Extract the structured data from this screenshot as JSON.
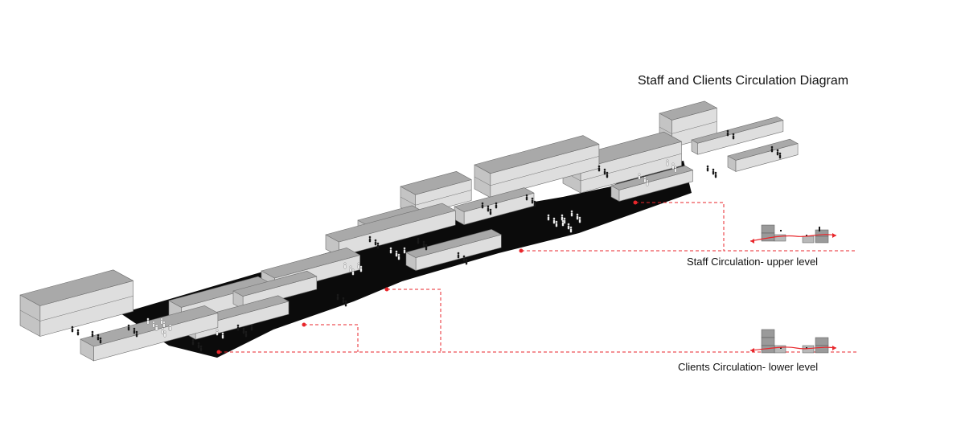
{
  "diagram": {
    "title": "Staff and Clients Circulation Diagram",
    "legend": {
      "staff": {
        "label": "Staff Circulation- upper level"
      },
      "clients": {
        "label": "Clients Circulation- lower level"
      }
    }
  },
  "colors": {
    "slab_top": "#a9a9a9",
    "slab_side": "#dedede",
    "slab_dark_side": "#c4c4c4",
    "slab_edge": "#6f6f6f",
    "ground": "#0b0b0b",
    "circulation_line": "#e8262b",
    "people_dark": "#1a1a1a",
    "people_light": "#f2f2f2"
  }
}
